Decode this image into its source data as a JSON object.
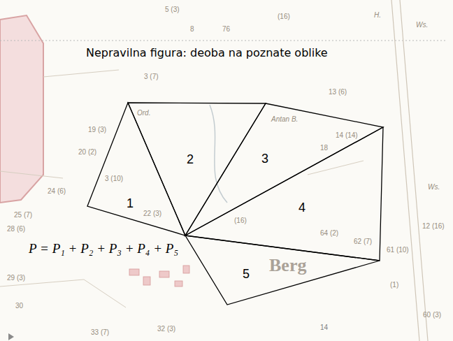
{
  "diagram": {
    "title": "Nepravilna figura: deoba na poznate oblike",
    "nodes": [
      {
        "text": [
          "1"
        ]
      },
      {
        "text": [
          "2"
        ]
      },
      {
        "text": [
          "3"
        ]
      },
      {
        "text": [
          "4"
        ]
      },
      {
        "text": [
          "5"
        ]
      }
    ],
    "labels": [
      "P = P₁ + P₂ + P₃ + P₄ + P₅",
      "14",
      "5 (3)",
      "(16)",
      "H.",
      "Ws.",
      "8",
      "76",
      "3 (7)",
      "19 (3)",
      "Ord.",
      "Antan B.",
      "13 (6)",
      "14 (14)",
      "18",
      "20 (2)",
      "3 (10)",
      "24 (6)",
      "22 (3)",
      "25 (7)",
      "Ws.",
      "(16)",
      "12 (16)",
      "64 (2)",
      "62 (7)",
      "61 (10)",
      "28 (6)",
      "Berg",
      "29 (3)",
      "(1)",
      "30",
      "60 (3)",
      "33 (7)",
      "32 (3)"
    ]
  }
}
